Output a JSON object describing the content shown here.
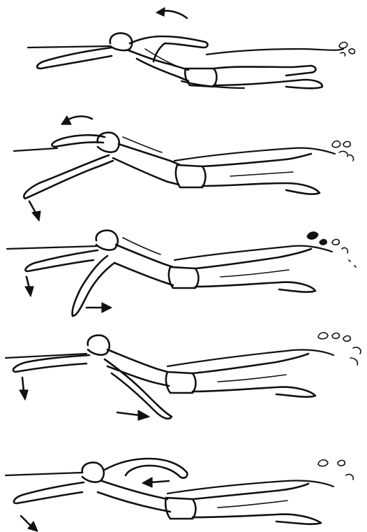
{
  "figure": {
    "description_hidden": "",
    "panels": [
      {
        "id": 1,
        "arrows": [
          "arc-left-icon"
        ]
      },
      {
        "id": 2,
        "arrows": [
          "arc-left-icon",
          "arrow-down-icon"
        ]
      },
      {
        "id": 3,
        "arrows": [
          "arrow-down-icon",
          "arrow-right-icon"
        ]
      },
      {
        "id": 4,
        "arrows": [
          "arrow-down-icon",
          "arrow-right-icon"
        ]
      },
      {
        "id": 5,
        "arrows": [
          "arrow-left-icon",
          "arrow-down-right-icon"
        ]
      }
    ],
    "colors": {
      "ink": "#111111",
      "paper": "#ffffff"
    }
  }
}
